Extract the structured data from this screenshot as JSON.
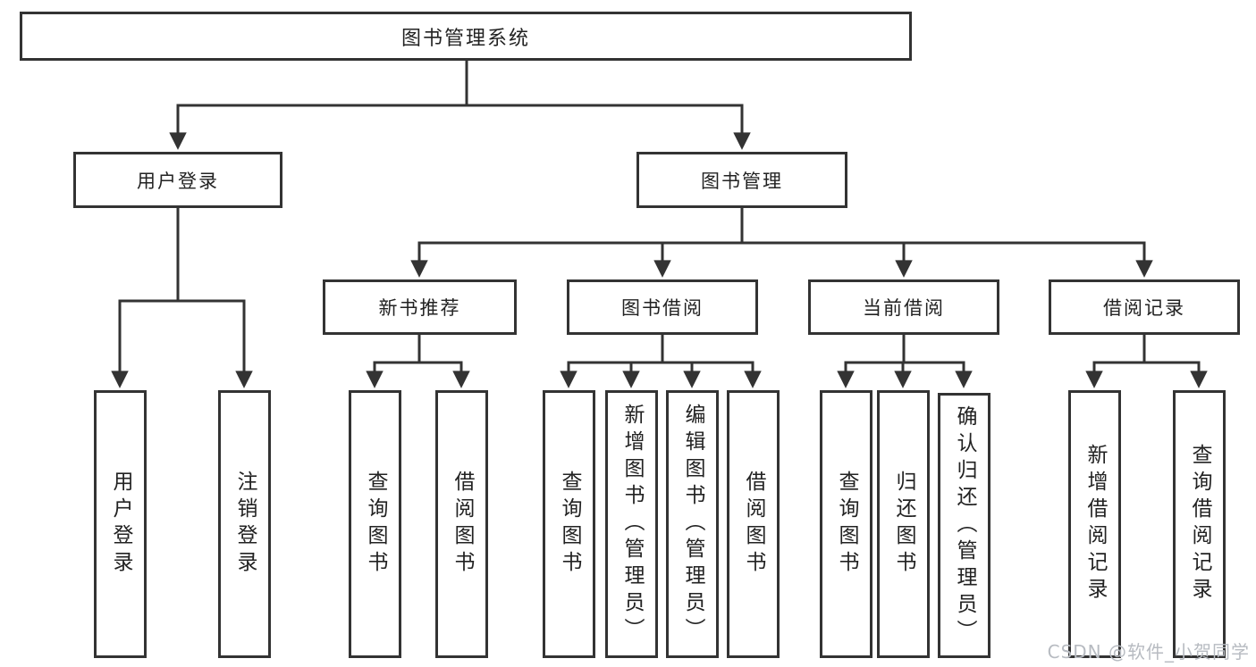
{
  "colors": {
    "line": "#333333",
    "box_border": "#333333",
    "text": "#222222",
    "watermark": "#b7bbc1",
    "background": "#ffffff"
  },
  "tree": {
    "root": {
      "label": "图书管理系统"
    },
    "level2": [
      {
        "label": "用户登录"
      },
      {
        "label": "图书管理"
      }
    ],
    "level3": [
      {
        "label": "新书推荐"
      },
      {
        "label": "图书借阅"
      },
      {
        "label": "当前借阅"
      },
      {
        "label": "借阅记录"
      }
    ],
    "leaves": {
      "user_login": {
        "label": "用户登录"
      },
      "logout": {
        "label": "注销登录"
      },
      "rec_query_books": {
        "label": "查询图书"
      },
      "rec_borrow_books": {
        "label": "借阅图书"
      },
      "bor_query_books": {
        "label": "查询图书"
      },
      "bor_add_books": {
        "label": "新增图书（管理员）"
      },
      "bor_edit_books": {
        "label": "编辑图书（管理员）"
      },
      "bor_borrow_books": {
        "label": "借阅图书"
      },
      "cur_query_books": {
        "label": "查询图书"
      },
      "cur_return_books": {
        "label": "归还图书"
      },
      "cur_confirm_return": {
        "label": "确认归还（管理员）"
      },
      "records_add_record": {
        "label": "新增借阅记录"
      },
      "records_query_record": {
        "label": "查询借阅记录"
      }
    }
  },
  "watermark": {
    "text": "CSDN @软件_小贺同学"
  }
}
